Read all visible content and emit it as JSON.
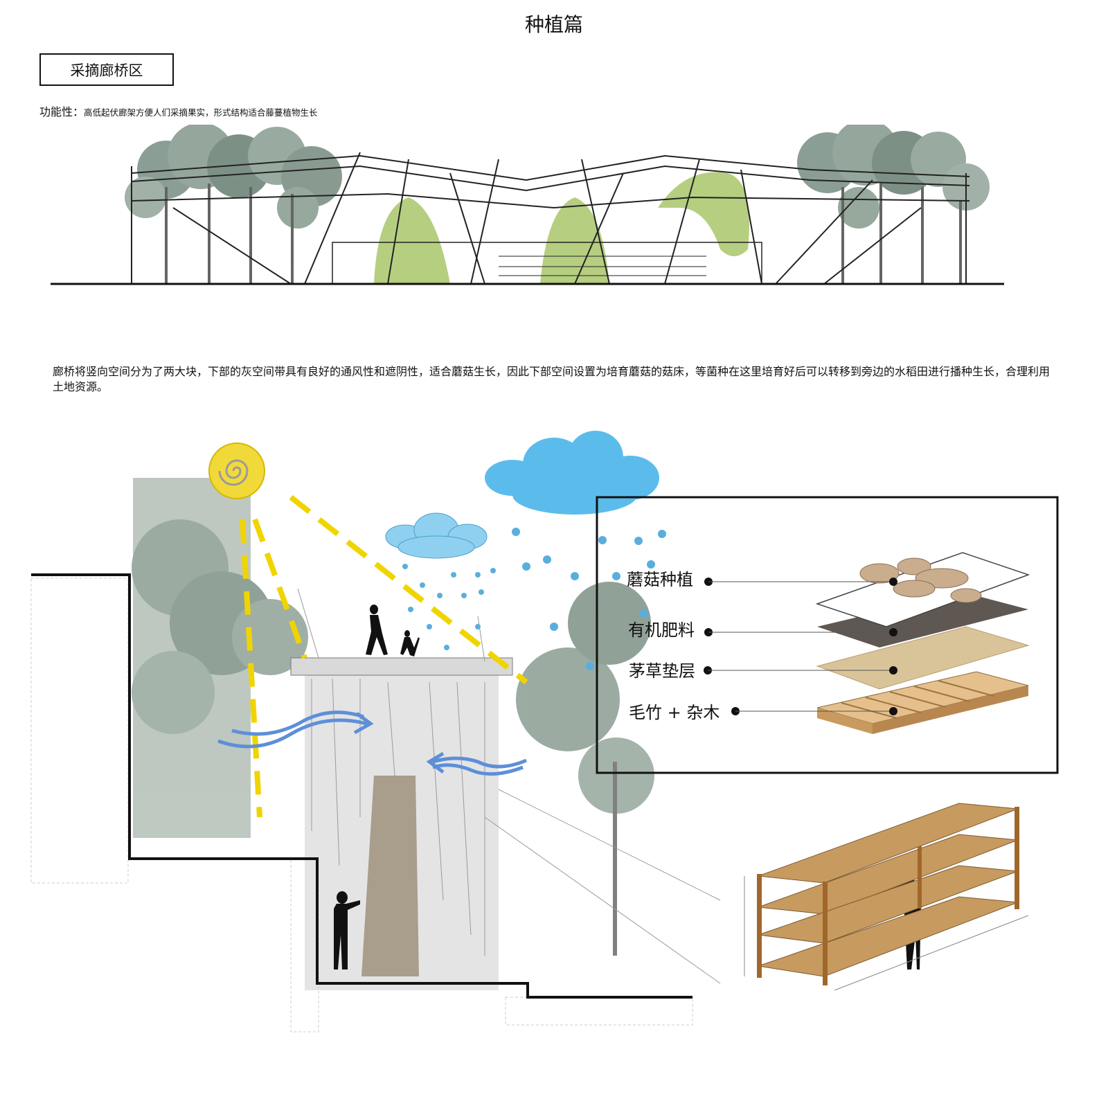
{
  "title": "种植篇",
  "section": "采摘廊桥区",
  "function": {
    "label": "功能性：",
    "text": "高低起伏廊架方便人们采摘果实，形式结构适合藤蔓植物生长"
  },
  "description": "廊桥将竖向空间分为了两大块，下部的灰空间带具有良好的通风性和遮阴性，适合蘑菇生长，因此下部空间设置为培育蘑菇的菇床，等菌种在这里培育好后可以转移到旁边的水稻田进行播种生长，合理利用土地资源。",
  "layers": [
    {
      "label": "蘑菇种植"
    },
    {
      "label": "有机肥料"
    },
    {
      "label": "茅草垫层"
    },
    {
      "label": "毛竹 + 杂木"
    }
  ],
  "colors": {
    "sun": "#f2d93a",
    "sun_ray": "#f0d400",
    "cloud_big": "#5bbcec",
    "cloud_small": "#8fd0f0",
    "rain": "#5aaede",
    "wind": "#5d8fd8",
    "foliage": "#8ea096",
    "vine": "#a9c66a",
    "wood": "#b8874f",
    "soil": "#5f5852",
    "straw": "#d9c49a",
    "slab": "#e6c08c"
  }
}
